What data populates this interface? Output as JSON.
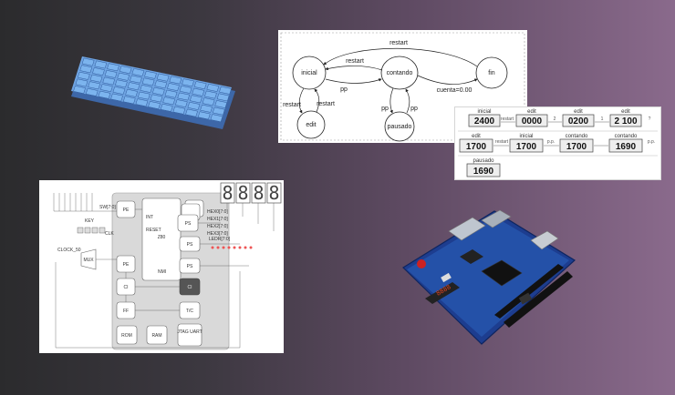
{
  "state_diagram": {
    "states": {
      "inicial": "inicial",
      "contando": "contando",
      "fin": "fin",
      "edit": "edit",
      "pausado": "pausado"
    },
    "transitions": {
      "restart_top": "restart",
      "restart_mid": "restart",
      "pp_mid": "pp",
      "cuenta": "cuenta=0.00",
      "restart_left": "restart",
      "restart_edit": "restart",
      "pp_left": "pp",
      "pp_right": "pp"
    }
  },
  "timeline": {
    "row1": [
      {
        "label": "inicial",
        "value": "2400"
      },
      {
        "label": "edit",
        "value": "0000"
      },
      {
        "label": "edit",
        "value": "0200"
      },
      {
        "label": "edit",
        "value": "2 100"
      }
    ],
    "row1_arrows": [
      "restart",
      "2",
      "1",
      "?"
    ],
    "row2": [
      {
        "label": "edit",
        "value": "1700"
      },
      {
        "label": "inicial",
        "value": "1700"
      },
      {
        "label": "contando",
        "value": "1700"
      },
      {
        "label": "contando",
        "value": "1690"
      }
    ],
    "row2_arrows": [
      "restart",
      "p.p.",
      "",
      "p.p."
    ],
    "row3": [
      {
        "label": "pausado",
        "value": "1690"
      }
    ]
  },
  "block_diagram": {
    "seven_seg": [
      "8",
      "8",
      "8",
      "8"
    ],
    "blocks": {
      "cpu": "Z80",
      "ram_label": "RAM",
      "rom_label": "ROM",
      "jtag": "JTAG UART",
      "pe1": "PE",
      "pe2": "PE",
      "ps1": "PS",
      "ps2": "PS",
      "ps3": "PS",
      "ci1": "CI",
      "ci2": "CI",
      "tc": "T/C",
      "ff": "FF",
      "mux": "MUX"
    },
    "signals": {
      "sw": "SW[7:0]",
      "key": "KEY",
      "clk": "CLK",
      "clk50": "CLOCK_50",
      "hex0": "HEX0[7:0]",
      "hex1": "HEX1[7:0]",
      "hex2": "HEX2[7:0]",
      "hex3": "HEX3[7:0]",
      "ledr": "LEDR[7:0]",
      "int": "INT",
      "reset": "RESET",
      "nmi": "NMI"
    }
  },
  "colors": {
    "keycap": "#7cb4ee",
    "keyboard_base": "#4e7fc4",
    "board_pcb": "#1d3d8f",
    "seg_red": "#d42"
  }
}
